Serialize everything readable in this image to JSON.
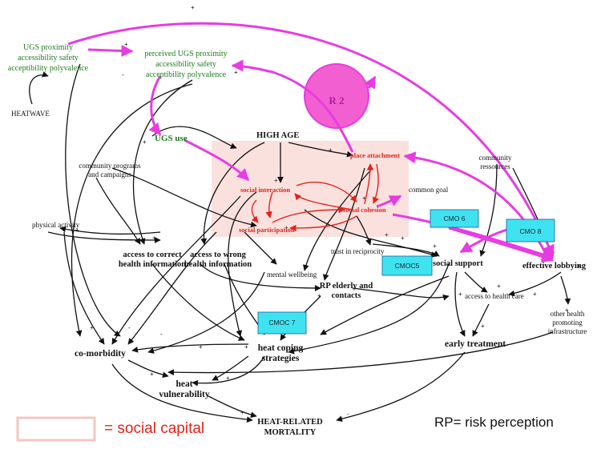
{
  "colors": {
    "magenta": "#e83be3",
    "red": "#e0241b",
    "green": "#1f7a1f",
    "cyan": "#3fe3f0",
    "social_capital_fill": "#f9dcd8",
    "r2_fill": "#f25fd0"
  },
  "nodes": {
    "ugs_proximity": [
      "UGS proximity",
      "accessibility safety",
      "acceptibility polyvalence"
    ],
    "perceived_ugs": [
      "perceived UGS proximity",
      "accessibility safety",
      "acceptibility polyvalence"
    ],
    "heatwave": "HEATWAVE",
    "ugs_use": "UGS use",
    "high_age": "HIGH AGE",
    "place_attachment": "place attachment",
    "community_programs": [
      "community programs",
      "and campaigns"
    ],
    "social_interaction": "social interaction",
    "social_cohesion": "social cohesion",
    "social_participation": "social participation",
    "common_goal": "common goal",
    "community_ressources": [
      "community",
      "ressources"
    ],
    "physical_activity": "physical activity",
    "access_correct": [
      "access to correct",
      "health information"
    ],
    "access_wrong": [
      "access to wrong",
      "health information"
    ],
    "trust": "trust in reciprocity",
    "social_support": "social support",
    "effective_lobbying": "effective lobbying",
    "mental_wellbeing": "mental wellbeing",
    "rp_elderly": [
      "RP elderly and",
      "contacts"
    ],
    "access_health_care": "access to health care",
    "other_health": [
      "other health",
      "promoting",
      "infrastructure"
    ],
    "co_morbidity": "co-morbidity",
    "heat_coping": [
      "heat coping",
      "strategies"
    ],
    "early_treatment": "early treatment",
    "heat_vulnerability": [
      "heat",
      "vulnerability"
    ],
    "heat_mortality": [
      "HEAT-RELATED",
      "MORTALITY"
    ]
  },
  "loop": "R 2",
  "cmo_labels": {
    "cmo6": "CMO 6",
    "cmo8": "CMO 8",
    "cmo5": "CMOC5",
    "cmo7": "CMOC 7"
  },
  "legend": {
    "social_capital": "= social capital",
    "rp": "RP= risk perception"
  }
}
